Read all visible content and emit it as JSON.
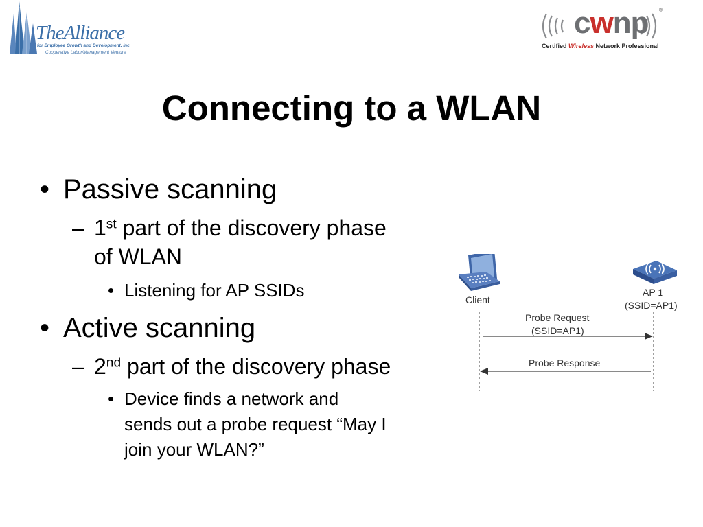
{
  "header": {
    "alliance_logo": {
      "name": "TheAlliance",
      "line1": "for Employee Growth and Development, Inc.",
      "line2": "Cooperative Labor/Management Venture"
    },
    "cwnp_logo": {
      "word_pre": "c",
      "word_mid": "w",
      "word_post": "np",
      "registered": "®",
      "tag_pre": "Certified ",
      "tag_red": "Wireless",
      "tag_post": " Network Professional"
    }
  },
  "slide": {
    "title": "Connecting to a WLAN",
    "bullets": {
      "b1": {
        "marker": "•",
        "text": "Passive scanning"
      },
      "b1_sub": {
        "marker": "–",
        "num": "1",
        "sup": "st",
        "text1": " part of the discovery phase",
        "text2": "of WLAN"
      },
      "b1_subsub": {
        "marker": "•",
        "text": "Listening for AP SSIDs"
      },
      "b2": {
        "marker": "•",
        "text": "Active scanning"
      },
      "b2_sub": {
        "marker": "–",
        "num": "2",
        "sup": "nd",
        "text1": " part of the discovery phase"
      },
      "b2_subsub": {
        "marker": "•",
        "line1": "Device finds a network and",
        "line2": "sends out a probe request “May I",
        "line3": "join your WLAN?”"
      }
    }
  },
  "diagram": {
    "client_label": "Client",
    "ap_label1": "AP 1",
    "ap_label2": "(SSID=AP1)",
    "msg1_line1": "Probe Request",
    "msg1_line2": "(SSID=AP1)",
    "msg2": "Probe Response"
  },
  "colors": {
    "alliance_blue": "#3b6fa8",
    "cwnp_gray": "#6d6f72",
    "cwnp_red": "#c9302c",
    "device_blue": "#3f66a8"
  }
}
